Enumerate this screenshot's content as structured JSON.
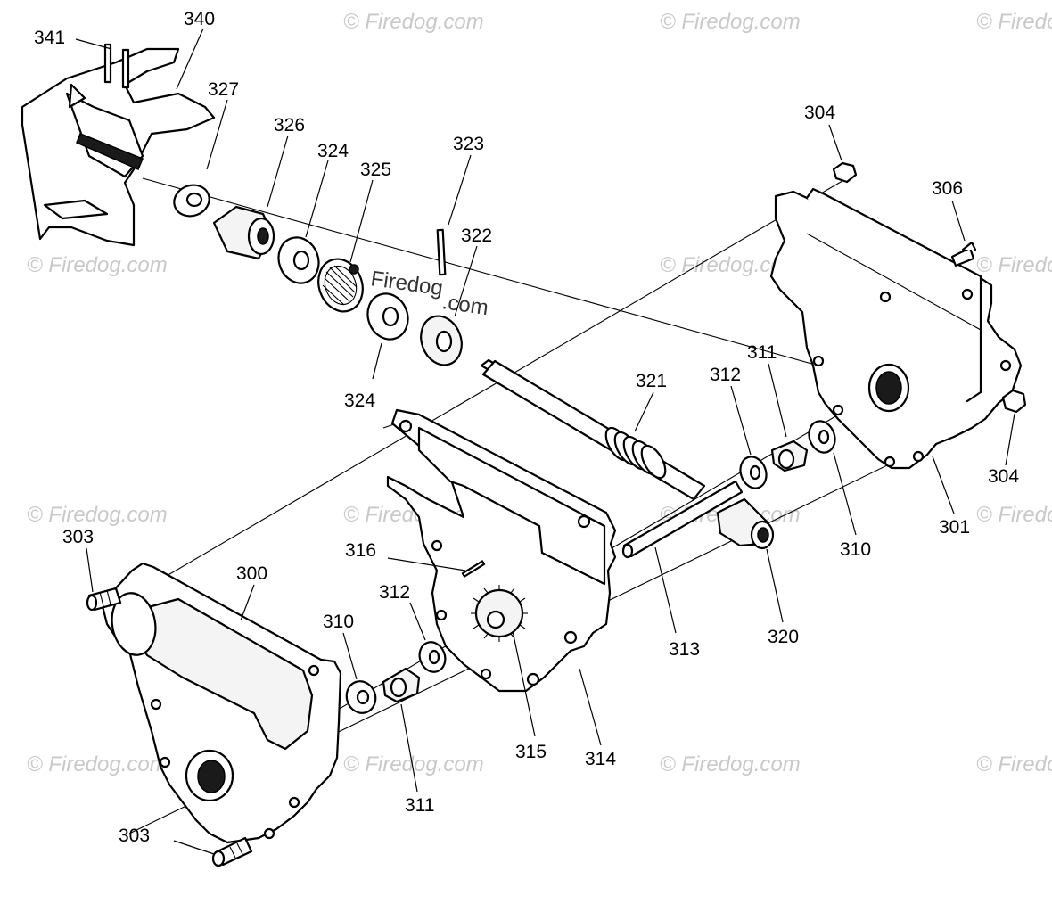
{
  "watermark": {
    "text": "© Firedog.com",
    "center_text_line1": "Firedog",
    "center_text_line2": ".com",
    "color": "#c9c9c9"
  },
  "part_labels": {
    "p341": "341",
    "p340": "340",
    "p327": "327",
    "p326": "326",
    "p324a": "324",
    "p325": "325",
    "p323": "323",
    "p322": "322",
    "p324b": "324",
    "p304a": "304",
    "p306": "306",
    "p321": "321",
    "p312a": "312",
    "p311a": "311",
    "p304b": "304",
    "p303a": "303",
    "p300": "300",
    "p316": "316",
    "p312b": "312",
    "p310a": "310",
    "p315": "315",
    "p314": "314",
    "p313": "313",
    "p320": "320",
    "p310b": "310",
    "p301": "301",
    "p311b": "311",
    "p303b": "303"
  }
}
